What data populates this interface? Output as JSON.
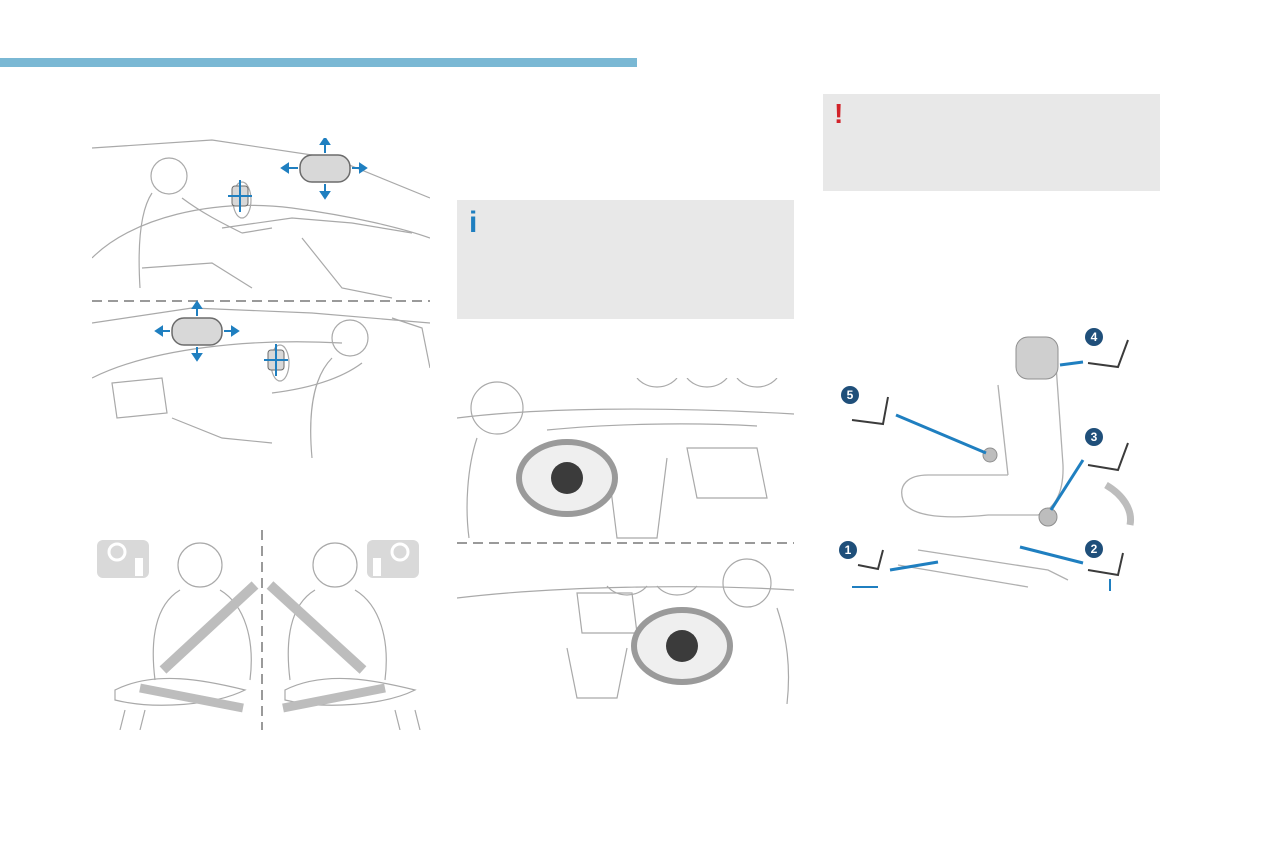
{
  "colors": {
    "accent_bar": "#7ab8d4",
    "info_icon": "#1f7fc0",
    "warning_icon": "#d2232a",
    "callout_bg": "#e8e8e8",
    "adjust_arrow": "#1f7fc0",
    "line_art": "#a9a9a9"
  },
  "warning_box": {
    "icon": "exclamation-icon",
    "glyph": "!"
  },
  "info_box": {
    "icon": "info-icon",
    "glyph": "i"
  },
  "seat_steps": [
    {
      "number": "1",
      "icon": "seat-fore-aft-icon"
    },
    {
      "number": "2",
      "icon": "seat-height-icon"
    },
    {
      "number": "3",
      "icon": "seat-backrest-icon"
    },
    {
      "number": "4",
      "icon": "headrest-icon"
    },
    {
      "number": "5",
      "icon": "lumbar-icon"
    }
  ]
}
